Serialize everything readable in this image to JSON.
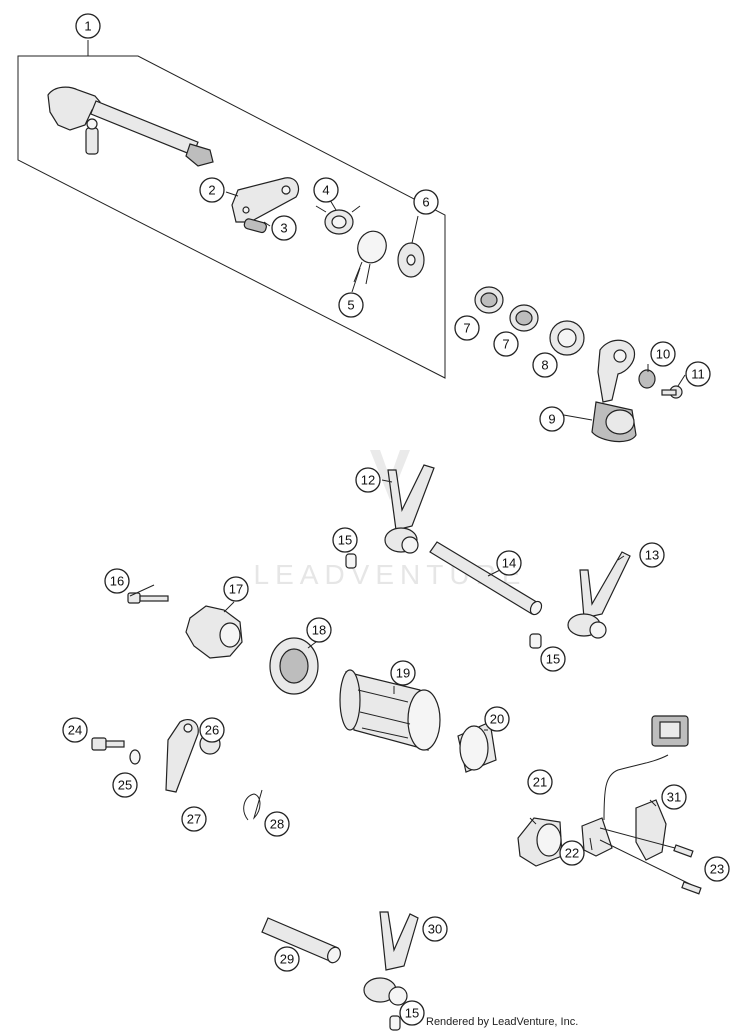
{
  "diagram": {
    "watermark": "LEADVENTURE",
    "credit": "Rendered by LeadVenture, Inc.",
    "callouts": [
      "1",
      "2",
      "3",
      "4",
      "5",
      "6",
      "7",
      "7",
      "8",
      "9",
      "10",
      "11",
      "12",
      "13",
      "14",
      "15",
      "15",
      "15",
      "16",
      "17",
      "18",
      "19",
      "20",
      "21",
      "22",
      "23",
      "24",
      "25",
      "26",
      "27",
      "28",
      "29",
      "30",
      "31"
    ]
  }
}
